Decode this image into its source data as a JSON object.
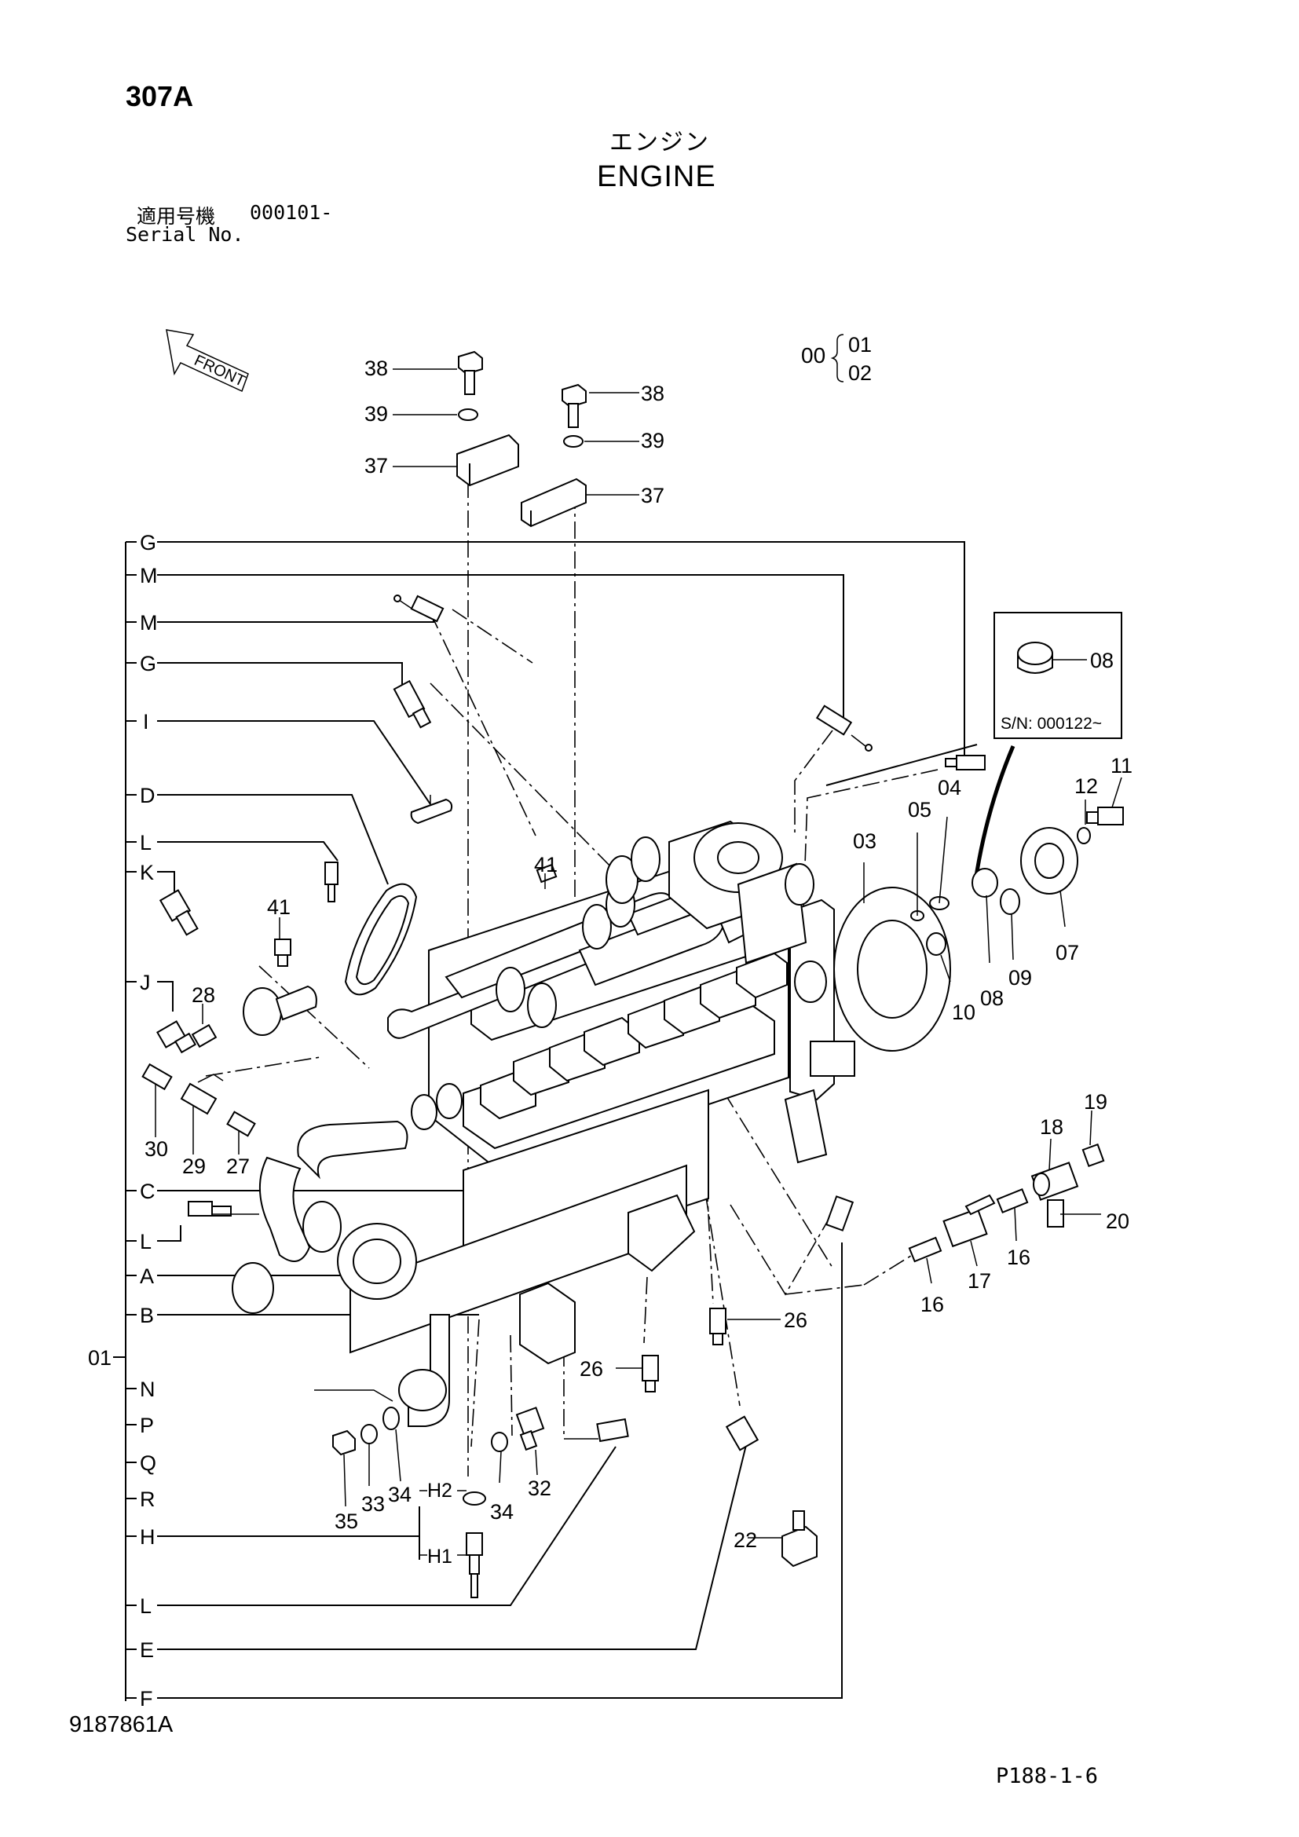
{
  "page_code": "307A",
  "title_ja": "エンジン",
  "title_en": "ENGINE",
  "serial": {
    "label_ja": "適用号機",
    "value": "000101-",
    "label_en": "Serial No."
  },
  "front_arrow_label": "FRONT",
  "assembly_group": {
    "code": "00",
    "options": [
      "01",
      "02"
    ]
  },
  "inset": {
    "part": "08",
    "serial_note": "S/N: 000122~"
  },
  "left_ref_letters": [
    "G",
    "M",
    "M",
    "G",
    "I",
    "D",
    "L",
    "K",
    "J",
    "C",
    "L",
    "A",
    "B",
    "N",
    "P",
    "Q",
    "R",
    "H",
    "L",
    "E",
    "F"
  ],
  "h_sub_labels": [
    "H2",
    "H1"
  ],
  "assembly_callout": "01",
  "part_callouts": {
    "c38a": "38",
    "c39a": "39",
    "c37a": "37",
    "c38b": "38",
    "c39b": "39",
    "c37b": "37",
    "c41a": "41",
    "c41b": "41",
    "c28": "28",
    "c30": "30",
    "c29": "29",
    "c27": "27",
    "c03": "03",
    "c05": "05",
    "c04": "04",
    "c12": "12",
    "c11": "11",
    "c07": "07",
    "c09": "09",
    "c08": "08",
    "c10": "10",
    "c19": "19",
    "c18": "18",
    "c20": "20",
    "c16a": "16",
    "c16b": "16",
    "c17": "17",
    "c26a": "26",
    "c26b": "26",
    "c22": "22",
    "c32": "32",
    "c34a": "34",
    "c34b": "34",
    "c33": "33",
    "c35": "35"
  },
  "document_number": "9187861A",
  "page_reference": "P188-1-6"
}
